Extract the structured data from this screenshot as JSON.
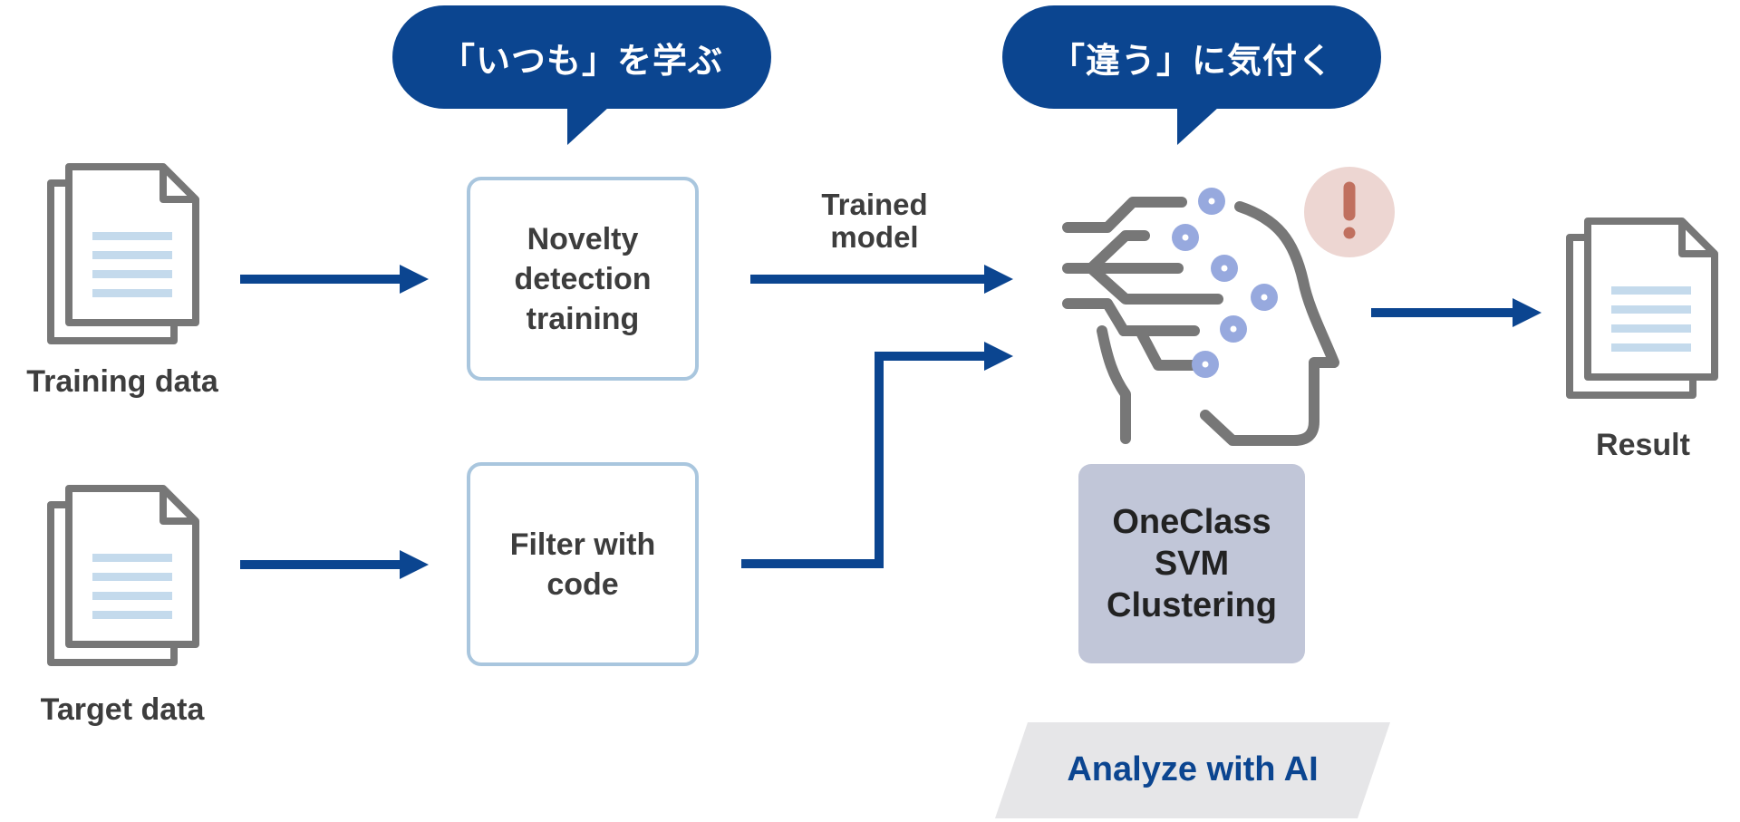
{
  "bubbles": {
    "learn": "「いつも」を学ぶ",
    "notice": "「違う」に気付く"
  },
  "inputs": {
    "training": {
      "label": "Training data",
      "icon": "document-stack-icon"
    },
    "target": {
      "label": "Target data",
      "icon": "document-stack-icon"
    }
  },
  "process": {
    "training_box": {
      "lines": [
        "Novelty",
        "detection",
        "training"
      ]
    },
    "filter_box": {
      "lines": [
        "Filter with",
        "code"
      ]
    }
  },
  "edge_labels": {
    "trained_model": [
      "Trained",
      "model"
    ]
  },
  "ai": {
    "icon": "ai-head-icon",
    "alert_icon": "exclamation-alert-icon",
    "method_box": {
      "lines": [
        "OneClass",
        "SVM",
        "Clustering"
      ]
    },
    "banner": "Analyze with AI"
  },
  "output": {
    "label": "Result",
    "icon": "document-stack-icon"
  },
  "colors": {
    "primary_blue": "#0b4590",
    "box_border": "#a9c6de",
    "icon_gray": "#777777",
    "doc_lines": "#c4daec",
    "node_dots": "#97a9de",
    "alert_bg": "#edd6d2",
    "alert_fg": "#c0705f",
    "method_bg": "#c1c6d8",
    "banner_bg": "#e6e6e8"
  }
}
